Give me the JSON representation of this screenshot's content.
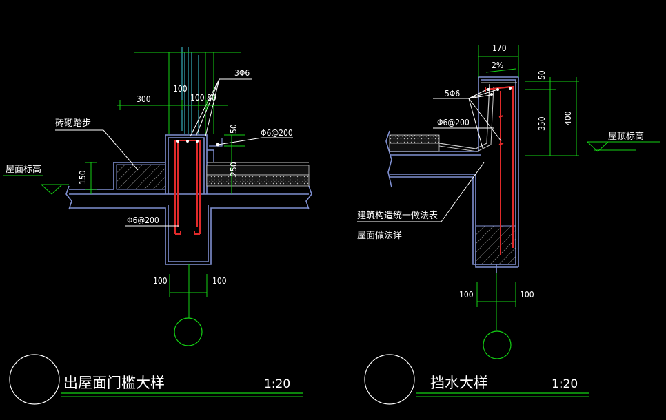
{
  "palette": {
    "background": "#000000",
    "concrete_outline": "#7f8fd0",
    "rebar": "#e02a2a",
    "dimension": "#14d214",
    "text": "#ffffff",
    "glass": "#3fd0e0",
    "waterproof": "#c8c8c8"
  },
  "left_detail": {
    "dims": {
      "d300": "300",
      "d100a": "100",
      "d100b": "100",
      "d80": "80",
      "d50": "50",
      "d150": "150",
      "d250": "250",
      "bot_left": "100",
      "bot_right": "100"
    },
    "rebar_labels": {
      "top": "3Φ6",
      "mid": "Φ6@200",
      "low": "Φ6@200"
    },
    "notes": {
      "brick_step": "砖砌踏步",
      "roof_level": "屋面标高"
    },
    "title": "出屋面门槛大样",
    "scale": "1:20"
  },
  "right_detail": {
    "dims": {
      "d170": "170",
      "slope": "2%",
      "d50": "50",
      "d350": "350",
      "d400": "400",
      "bot_left": "100",
      "bot_right": "100"
    },
    "rebar_labels": {
      "top": "5Φ6",
      "mid": "Φ6@200"
    },
    "notes": {
      "roof_top_level": "屋顶标高",
      "ref_line1": "建筑构造统一做法表",
      "ref_line2": "屋面做法详"
    },
    "title": "挡水大样",
    "scale": "1:20"
  }
}
